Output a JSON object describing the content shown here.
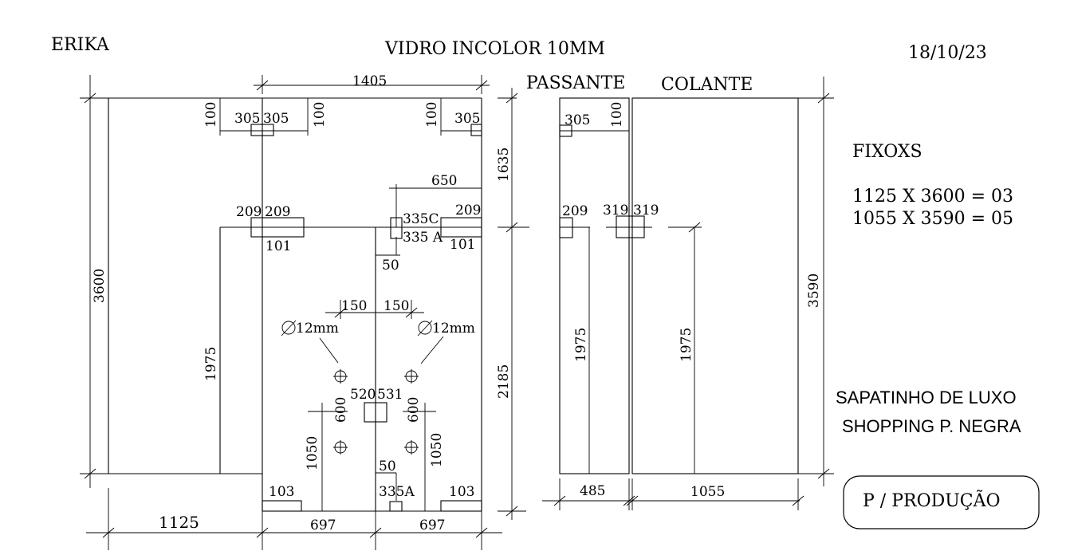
{
  "header": {
    "client": "ERIKA",
    "material": "VIDRO INCOLOR  10MM",
    "date": "18/10/23"
  },
  "labels": {
    "passante": "PASSANTE",
    "colante": "COLANTE"
  },
  "fixos": {
    "title": "FIXOXS",
    "line1": "1125 X 3600 = 03",
    "line2": "1055 X 3590 = 05"
  },
  "store": {
    "line1": "SAPATINHO DE LUXO",
    "line2": "SHOPPING P. NEGRA"
  },
  "status_button": "P / PRODUÇÃO",
  "dims": {
    "top_width": "1405",
    "top_left_h100": "100",
    "top_left_305a": "305",
    "top_left_305b": "305",
    "top_mid_h100": "100",
    "top_right_h100": "100",
    "top_right_305": "305",
    "h1635": "1635",
    "w650": "650",
    "h3600": "3600",
    "w209a": "209",
    "w209b": "209",
    "w335c": "335C",
    "w209c": "209",
    "w335a_top": "335 A",
    "w101a": "101",
    "w101b": "101",
    "w50_top": "50",
    "w150a": "150",
    "w150b": "150",
    "hole_left": "12mm",
    "hole_right": "12mm",
    "h1975_left": "1975",
    "w520": "520",
    "w531": "531",
    "h600a": "600",
    "h600b": "600",
    "h1050a": "1050",
    "h1050b": "1050",
    "w50_bot": "50",
    "w335a_bot": "335A",
    "w103a": "103",
    "w103b": "103",
    "h2185": "2185",
    "w1125": "1125",
    "w697a": "697",
    "w697b": "697",
    "p_305": "305",
    "p_100": "100",
    "p_209": "209",
    "p_319a": "319",
    "p_319b": "319",
    "p_1975a": "1975",
    "p_1975b": "1975",
    "h3590": "3590",
    "w485": "485",
    "w1055": "1055"
  }
}
